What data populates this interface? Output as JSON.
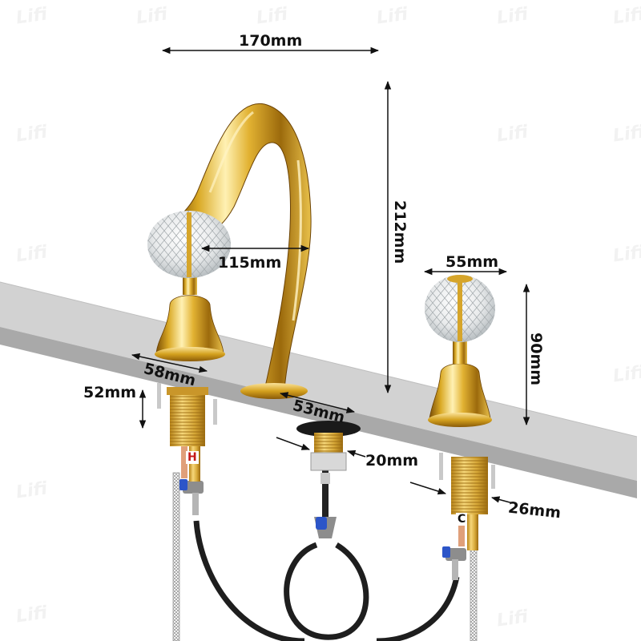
{
  "image": {
    "subject": "Gold widespread three-hole bathroom faucet with crystal globe handles, dimension diagram",
    "colors": {
      "background": "#ffffff",
      "gold": "#d4a520",
      "gold_dark": "#8a5c0a",
      "gold_light": "#fbe7a0",
      "slab_top": "#d2d2d2",
      "slab_front": "#a9a9a9",
      "hose_black": "#1e1e1e",
      "valve_blue": "#2c55c8",
      "steel": "#b9b9b9",
      "text": "#111111"
    },
    "watermark": "Lifi"
  },
  "dimensions": {
    "spout_width": "170mm",
    "spout_height": "212mm",
    "spout_reach": "115mm",
    "handle_width": "55mm",
    "handle_height": "90mm",
    "handle_base": "58mm",
    "shank_length": "52mm",
    "spout_base": "53mm",
    "spout_shank": "20mm",
    "handle_shank": "26mm"
  },
  "markings": {
    "hot": "H",
    "cold": "C"
  }
}
